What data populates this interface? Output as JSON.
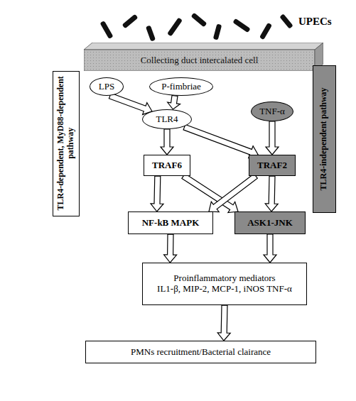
{
  "diagram": {
    "nodes": [
      {
        "text": [
          "Collecting duct intercalated cell"
        ]
      },
      {
        "text": [
          "LPS"
        ]
      },
      {
        "text": [
          "P-fimbriae"
        ]
      },
      {
        "text": [
          "TNF-α"
        ]
      },
      {
        "text": [
          "TLR4"
        ]
      },
      {
        "text": [
          "TLR4-dependent, MyD88-dependent pathway"
        ]
      },
      {
        "text": [
          "TLR4-independent pathway"
        ]
      },
      {
        "text": [
          "TRAF6"
        ]
      },
      {
        "text": [
          "TRAF2"
        ]
      },
      {
        "text": [
          "NF-kB MAPK"
        ]
      },
      {
        "text": [
          "ASK1-JNK"
        ]
      },
      {
        "text": [
          "Proinflammatory mediators",
          "IL1-β, MIP-2, MCP-1, iNOS TNF-α"
        ]
      },
      {
        "text": [
          "PMNs recruitment/Bacterial clairance"
        ]
      }
    ],
    "edges": [
      {
        "from": 1,
        "to": 4,
        "arrow": "to"
      },
      {
        "from": 2,
        "to": 4,
        "arrow": "to"
      },
      {
        "from": 4,
        "to": 7,
        "arrow": "to"
      },
      {
        "from": 4,
        "to": 8,
        "arrow": "to"
      },
      {
        "from": 3,
        "to": 8,
        "arrow": "to"
      },
      {
        "from": 7,
        "to": 9,
        "arrow": "to"
      },
      {
        "from": 7,
        "to": 10,
        "arrow": "to"
      },
      {
        "from": 8,
        "to": 9,
        "arrow": "to"
      },
      {
        "from": 8,
        "to": 10,
        "arrow": "to"
      },
      {
        "from": 9,
        "to": 11,
        "arrow": "to"
      },
      {
        "from": 10,
        "to": 11,
        "arrow": "to"
      },
      {
        "from": 11,
        "to": 12,
        "arrow": "to"
      }
    ],
    "labels": [
      "UPECs"
    ]
  }
}
